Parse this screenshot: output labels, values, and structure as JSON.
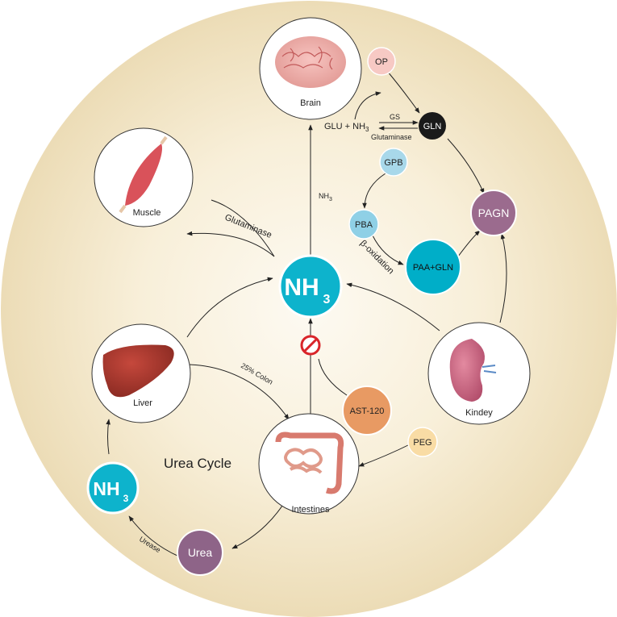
{
  "organs": {
    "brain": "Brain",
    "muscle": "Muscle",
    "liver": "Liver",
    "intestines": "Intestines",
    "kidney": "Kindey"
  },
  "center": {
    "nh3_main": "NH",
    "nh3_sub": "3"
  },
  "small_nh3": {
    "main": "NH",
    "sub": "3"
  },
  "labels": {
    "nh3_text": "NH",
    "nh3_text_sub": "3",
    "glu_nh3": "GLU + NH",
    "glu_nh3_sub": "3",
    "gs": "GS",
    "glutaminase_top": "Glutaminase",
    "glutaminase_muscle": "Glutaminase",
    "beta_oxidation": "β-oxidation",
    "colon": "25% Colon",
    "urease": "Urease",
    "urea_cycle": "Urea Cycle"
  },
  "nodes": {
    "op": "OP",
    "gln": "GLN",
    "gpb": "GPB",
    "pba": "PBA",
    "pagn": "PAGN",
    "paa_gln": "PAA+GLN",
    "ast120": "AST-120",
    "peg": "PEG",
    "urea": "Urea"
  },
  "colors": {
    "background_center": "#fbf6ea",
    "background_edge": "#efe2c1",
    "nh3": "#0db3cc",
    "op": "#f7c9c4",
    "gln": "#1a1a1a",
    "gpb": "#a8d8ea",
    "pba": "#8fd0e6",
    "pagn": "#9b6b8e",
    "paa_gln": "#00aec8",
    "ast120": "#e89a63",
    "peg": "#f9dca5",
    "urea": "#8e6488",
    "inhibit": "#d9252a"
  }
}
